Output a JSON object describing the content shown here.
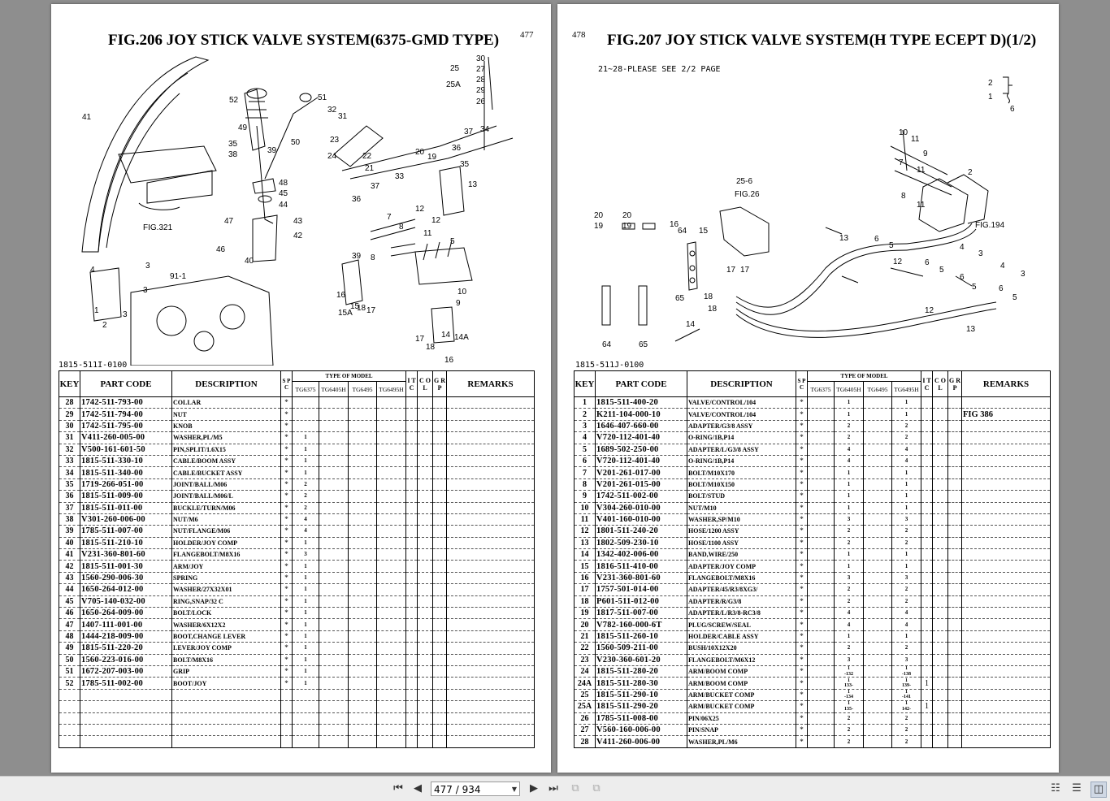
{
  "left_page": {
    "title": "FIG.206  JOY STICK VALVE SYSTEM(6375-GMD TYPE)",
    "page_number": "477",
    "diagram_code": "1815-511I-0100",
    "diagram_ref": "FIG.321",
    "diagram_ref2": "91-1",
    "headers": {
      "key": "KEY",
      "part_code": "PART CODE",
      "description": "DESCRIPTION",
      "spc": "S P C",
      "type_of_model": "TYPE OF MODEL",
      "m1": "TG6375",
      "m2": "TG6405H",
      "m3": "TG6495",
      "m4": "TG6495H",
      "itc": "I T C",
      "col": "C O L",
      "grp": "G R P",
      "remarks": "REMARKS"
    },
    "rows": [
      {
        "key": "28",
        "code": "1742-511-793-00",
        "desc": "COLLAR",
        "spc": "*",
        "q1": "",
        "q2": "",
        "q3": "",
        "q4": "",
        "itc": "",
        "rem": ""
      },
      {
        "key": "29",
        "code": "1742-511-794-00",
        "desc": "NUT",
        "spc": "*",
        "q1": "",
        "q2": "",
        "q3": "",
        "q4": "",
        "itc": "",
        "rem": ""
      },
      {
        "key": "30",
        "code": "1742-511-795-00",
        "desc": "KNOB",
        "spc": "*",
        "q1": "",
        "q2": "",
        "q3": "",
        "q4": "",
        "itc": "",
        "rem": ""
      },
      {
        "key": "31",
        "code": "V411-260-005-00",
        "desc": "WASHER,PL/M5",
        "spc": "*",
        "q1": "1",
        "q2": "",
        "q3": "",
        "q4": "",
        "itc": "",
        "rem": ""
      },
      {
        "key": "32",
        "code": "V500-161-601-50",
        "desc": "PIN,SPLIT/1.6X15",
        "spc": "*",
        "q1": "1",
        "q2": "",
        "q3": "",
        "q4": "",
        "itc": "",
        "rem": ""
      },
      {
        "key": "33",
        "code": "1815-511-330-10",
        "desc": "CABLE/BOOM     ASSY",
        "spc": "*",
        "q1": "1",
        "q2": "",
        "q3": "",
        "q4": "",
        "itc": "",
        "rem": ""
      },
      {
        "key": "34",
        "code": "1815-511-340-00",
        "desc": "CABLE/BUCKET    ASSY",
        "spc": "*",
        "q1": "1",
        "q2": "",
        "q3": "",
        "q4": "",
        "itc": "",
        "rem": ""
      },
      {
        "key": "35",
        "code": "1719-266-051-00",
        "desc": "JOINT/BALL/M06",
        "spc": "*",
        "q1": "2",
        "q2": "",
        "q3": "",
        "q4": "",
        "itc": "",
        "rem": ""
      },
      {
        "key": "36",
        "code": "1815-511-009-00",
        "desc": "JOINT/BALL/M06/L",
        "spc": "*",
        "q1": "2",
        "q2": "",
        "q3": "",
        "q4": "",
        "itc": "",
        "rem": ""
      },
      {
        "key": "37",
        "code": "1815-511-011-00",
        "desc": "BUCKLE/TURN/M06",
        "spc": "*",
        "q1": "2",
        "q2": "",
        "q3": "",
        "q4": "",
        "itc": "",
        "rem": ""
      },
      {
        "key": "38",
        "code": "V301-260-006-00",
        "desc": "NUT/M6",
        "spc": "*",
        "q1": "4",
        "q2": "",
        "q3": "",
        "q4": "",
        "itc": "",
        "rem": ""
      },
      {
        "key": "39",
        "code": "1785-511-007-00",
        "desc": "NUT/FLANGE/M06",
        "spc": "*",
        "q1": "4",
        "q2": "",
        "q3": "",
        "q4": "",
        "itc": "",
        "rem": ""
      },
      {
        "key": "40",
        "code": "1815-511-210-10",
        "desc": "HOLDER/JOY     COMP",
        "spc": "*",
        "q1": "1",
        "q2": "",
        "q3": "",
        "q4": "",
        "itc": "",
        "rem": ""
      },
      {
        "key": "41",
        "code": "V231-360-801-60",
        "desc": "FLANGEBOLT/M8X16",
        "spc": "*",
        "q1": "3",
        "q2": "",
        "q3": "",
        "q4": "",
        "itc": "",
        "rem": ""
      },
      {
        "key": "42",
        "code": "1815-511-001-30",
        "desc": "ARM/JOY",
        "spc": "*",
        "q1": "1",
        "q2": "",
        "q3": "",
        "q4": "",
        "itc": "",
        "rem": ""
      },
      {
        "key": "43",
        "code": "1560-290-006-30",
        "desc": "SPRING",
        "spc": "*",
        "q1": "1",
        "q2": "",
        "q3": "",
        "q4": "",
        "itc": "",
        "rem": ""
      },
      {
        "key": "44",
        "code": "1650-264-012-00",
        "desc": "WASHER/27X32X01",
        "spc": "*",
        "q1": "1",
        "q2": "",
        "q3": "",
        "q4": "",
        "itc": "",
        "rem": ""
      },
      {
        "key": "45",
        "code": "V705-140-032-00",
        "desc": "RING,SNAP/32 C",
        "spc": "*",
        "q1": "1",
        "q2": "",
        "q3": "",
        "q4": "",
        "itc": "",
        "rem": ""
      },
      {
        "key": "46",
        "code": "1650-264-009-00",
        "desc": "BOLT/LOCK",
        "spc": "*",
        "q1": "1",
        "q2": "",
        "q3": "",
        "q4": "",
        "itc": "",
        "rem": ""
      },
      {
        "key": "47",
        "code": "1407-111-001-00",
        "desc": "WASHER/6X12X2",
        "spc": "*",
        "q1": "1",
        "q2": "",
        "q3": "",
        "q4": "",
        "itc": "",
        "rem": ""
      },
      {
        "key": "48",
        "code": "1444-218-009-00",
        "desc": "BOOT,CHANGE LEVER",
        "spc": "*",
        "q1": "1",
        "q2": "",
        "q3": "",
        "q4": "",
        "itc": "",
        "rem": ""
      },
      {
        "key": "49",
        "code": "1815-511-220-20",
        "desc": "LEVER/JOY      COMP",
        "spc": "*",
        "q1": "1",
        "q2": "",
        "q3": "",
        "q4": "",
        "itc": "",
        "rem": ""
      },
      {
        "key": "50",
        "code": "1560-223-016-00",
        "desc": "BOLT/M8X16",
        "spc": "*",
        "q1": "1",
        "q2": "",
        "q3": "",
        "q4": "",
        "itc": "",
        "rem": ""
      },
      {
        "key": "51",
        "code": "1672-207-003-00",
        "desc": "GRIP",
        "spc": "*",
        "q1": "1",
        "q2": "",
        "q3": "",
        "q4": "",
        "itc": "",
        "rem": ""
      },
      {
        "key": "52",
        "code": "1785-511-002-00",
        "desc": "BOOT/JOY",
        "spc": "*",
        "q1": "1",
        "q2": "",
        "q3": "",
        "q4": "",
        "itc": "",
        "rem": ""
      },
      {
        "key": "",
        "code": "",
        "desc": "",
        "spc": "",
        "q1": "",
        "q2": "",
        "q3": "",
        "q4": "",
        "itc": "",
        "rem": ""
      },
      {
        "key": "",
        "code": "",
        "desc": "",
        "spc": "",
        "q1": "",
        "q2": "",
        "q3": "",
        "q4": "",
        "itc": "",
        "rem": ""
      },
      {
        "key": "",
        "code": "",
        "desc": "",
        "spc": "",
        "q1": "",
        "q2": "",
        "q3": "",
        "q4": "",
        "itc": "",
        "rem": ""
      },
      {
        "key": "",
        "code": "",
        "desc": "",
        "spc": "",
        "q1": "",
        "q2": "",
        "q3": "",
        "q4": "",
        "itc": "",
        "rem": ""
      },
      {
        "key": "",
        "code": "",
        "desc": "",
        "spc": "",
        "q1": "",
        "q2": "",
        "q3": "",
        "q4": "",
        "itc": "",
        "rem": ""
      }
    ]
  },
  "right_page": {
    "title": "FIG.207  JOY STICK VALVE SYSTEM(H TYPE ECEPT D)(1/2)",
    "page_number": "478",
    "note": "21~28-PLEASE SEE 2/2 PAGE",
    "diagram_code": "1815-511J-0100",
    "diagram_ref1": "25-6",
    "diagram_ref2": "FIG.26",
    "diagram_ref3": "FIG.194",
    "headers": {
      "key": "KEY",
      "part_code": "PART CODE",
      "description": "DESCRIPTION",
      "spc": "S P C",
      "type_of_model": "TYPE OF MODEL",
      "m1": "TG6375",
      "m2": "TG6405H",
      "m3": "TG6495",
      "m4": "TG6495H",
      "itc": "I T C",
      "col": "C O L",
      "grp": "G R P",
      "remarks": "REMARKS"
    },
    "rows": [
      {
        "key": "1",
        "code": "1815-511-400-20",
        "desc": "VALVE/CONTROL/104",
        "spc": "*",
        "q1": "",
        "q2": "1",
        "q3": "",
        "q4": "1",
        "itc": "",
        "rem": ""
      },
      {
        "key": "2",
        "code": "K211-104-000-10",
        "desc": "VALVE/CONTROL/104",
        "spc": "*",
        "q1": "",
        "q2": "1",
        "q3": "",
        "q4": "1",
        "itc": "",
        "rem": "FIG 386"
      },
      {
        "key": "3",
        "code": "1646-407-660-00",
        "desc": "ADAPTER/G3/8   ASSY",
        "spc": "*",
        "q1": "",
        "q2": "2",
        "q3": "",
        "q4": "2",
        "itc": "",
        "rem": ""
      },
      {
        "key": "4",
        "code": "V720-112-401-40",
        "desc": "O-RING/1B,P14",
        "spc": "*",
        "q1": "",
        "q2": "2",
        "q3": "",
        "q4": "2",
        "itc": "",
        "rem": ""
      },
      {
        "key": "5",
        "code": "1689-502-250-00",
        "desc": "ADAPTER/L/G3/8 ASSY",
        "spc": "*",
        "q1": "",
        "q2": "4",
        "q3": "",
        "q4": "4",
        "itc": "",
        "rem": ""
      },
      {
        "key": "6",
        "code": "V720-112-401-40",
        "desc": "O-RING/1B,P14",
        "spc": "*",
        "q1": "",
        "q2": "4",
        "q3": "",
        "q4": "4",
        "itc": "",
        "rem": ""
      },
      {
        "key": "7",
        "code": "V201-261-017-00",
        "desc": "BOLT/M10X170",
        "spc": "*",
        "q1": "",
        "q2": "1",
        "q3": "",
        "q4": "1",
        "itc": "",
        "rem": ""
      },
      {
        "key": "8",
        "code": "V201-261-015-00",
        "desc": "BOLT/M10X150",
        "spc": "*",
        "q1": "",
        "q2": "1",
        "q3": "",
        "q4": "1",
        "itc": "",
        "rem": ""
      },
      {
        "key": "9",
        "code": "1742-511-002-00",
        "desc": "BOLT/STUD",
        "spc": "*",
        "q1": "",
        "q2": "1",
        "q3": "",
        "q4": "1",
        "itc": "",
        "rem": ""
      },
      {
        "key": "10",
        "code": "V304-260-010-00",
        "desc": "NUT/M10",
        "spc": "*",
        "q1": "",
        "q2": "1",
        "q3": "",
        "q4": "1",
        "itc": "",
        "rem": ""
      },
      {
        "key": "11",
        "code": "V401-160-010-00",
        "desc": "WASHER,SP/M10",
        "spc": "*",
        "q1": "",
        "q2": "3",
        "q3": "",
        "q4": "3",
        "itc": "",
        "rem": ""
      },
      {
        "key": "12",
        "code": "1801-511-240-20",
        "desc": "HOSE/1200      ASSY",
        "spc": "*",
        "q1": "",
        "q2": "2",
        "q3": "",
        "q4": "2",
        "itc": "",
        "rem": ""
      },
      {
        "key": "13",
        "code": "1802-509-230-10",
        "desc": "HOSE/1100      ASSY",
        "spc": "*",
        "q1": "",
        "q2": "2",
        "q3": "",
        "q4": "2",
        "itc": "",
        "rem": ""
      },
      {
        "key": "14",
        "code": "1342-402-006-00",
        "desc": "BAND,WIRE/250",
        "spc": "*",
        "q1": "",
        "q2": "1",
        "q3": "",
        "q4": "1",
        "itc": "",
        "rem": ""
      },
      {
        "key": "15",
        "code": "1816-511-410-00",
        "desc": "ADAPTER/JOY    COMP",
        "spc": "*",
        "q1": "",
        "q2": "1",
        "q3": "",
        "q4": "1",
        "itc": "",
        "rem": ""
      },
      {
        "key": "16",
        "code": "V231-360-801-60",
        "desc": "FLANGEBOLT/M8X16",
        "spc": "*",
        "q1": "",
        "q2": "3",
        "q3": "",
        "q4": "3",
        "itc": "",
        "rem": ""
      },
      {
        "key": "17",
        "code": "1757-501-014-00",
        "desc": "ADAPTER/45/R3/8XG3/",
        "spc": "*",
        "q1": "",
        "q2": "2",
        "q3": "",
        "q4": "2",
        "itc": "",
        "rem": ""
      },
      {
        "key": "18",
        "code": "P601-511-012-00",
        "desc": "ADAPTER/R/G3/8",
        "spc": "*",
        "q1": "",
        "q2": "2",
        "q3": "",
        "q4": "2",
        "itc": "",
        "rem": ""
      },
      {
        "key": "19",
        "code": "1817-511-007-00",
        "desc": "ADAPTER/L/R3/8-RC3/8",
        "spc": "*",
        "q1": "",
        "q2": "4",
        "q3": "",
        "q4": "4",
        "itc": "",
        "rem": ""
      },
      {
        "key": "20",
        "code": "V782-160-000-6T",
        "desc": "PLUG/SCREW/SEAL",
        "spc": "*",
        "q1": "",
        "q2": "4",
        "q3": "",
        "q4": "4",
        "itc": "",
        "rem": ""
      },
      {
        "key": "21",
        "code": "1815-511-260-10",
        "desc": "HOLDER/CABLE   ASSY",
        "spc": "*",
        "q1": "",
        "q2": "1",
        "q3": "",
        "q4": "1",
        "itc": "",
        "rem": ""
      },
      {
        "key": "22",
        "code": "1560-509-211-00",
        "desc": "BUSH/10X12X20",
        "spc": "*",
        "q1": "",
        "q2": "2",
        "q3": "",
        "q4": "2",
        "itc": "",
        "rem": ""
      },
      {
        "key": "23",
        "code": "V230-360-601-20",
        "desc": "FLANGEBOLT/M6X12",
        "spc": "*",
        "q1": "",
        "q2": "3",
        "q3": "",
        "q4": "3",
        "itc": "",
        "rem": ""
      },
      {
        "key": "24",
        "code": "1815-511-280-20",
        "desc": "ARM/BOOM       COMP",
        "spc": "*",
        "q1": "",
        "q2": "1\n-132",
        "q3": "",
        "q4": "1\n-138",
        "itc": "",
        "rem": ""
      },
      {
        "key": "24A",
        "code": "1815-511-280-30",
        "desc": "ARM/BOOM       COMP",
        "spc": "*",
        "q1": "",
        "q2": "1\n133-",
        "q3": "",
        "q4": "1\n139-",
        "itc": "1",
        "rem": ""
      },
      {
        "key": "25",
        "code": "1815-511-290-10",
        "desc": "ARM/BUCKET     COMP",
        "spc": "*",
        "q1": "",
        "q2": "1\n-134",
        "q3": "",
        "q4": "1\n-141",
        "itc": "",
        "rem": ""
      },
      {
        "key": "25A",
        "code": "1815-511-290-20",
        "desc": "ARM/BUCKET     COMP",
        "spc": "*",
        "q1": "",
        "q2": "1\n135-",
        "q3": "",
        "q4": "1\n142-",
        "itc": "1",
        "rem": ""
      },
      {
        "key": "26",
        "code": "1785-511-008-00",
        "desc": "PIN/06X25",
        "spc": "*",
        "q1": "",
        "q2": "2",
        "q3": "",
        "q4": "2",
        "itc": "",
        "rem": ""
      },
      {
        "key": "27",
        "code": "V560-160-006-00",
        "desc": "PIN/SNAP",
        "spc": "*",
        "q1": "",
        "q2": "2",
        "q3": "",
        "q4": "2",
        "itc": "",
        "rem": ""
      },
      {
        "key": "28",
        "code": "V411-260-006-00",
        "desc": "WASHER,PL/M6",
        "spc": "*",
        "q1": "",
        "q2": "2",
        "q3": "",
        "q4": "2",
        "itc": "",
        "rem": ""
      }
    ]
  },
  "toolbar": {
    "page_display": "477 / 934"
  },
  "colors": {
    "viewer_bg": "#8e8e8e",
    "toolbar_bg": "#ededed",
    "page_bg": "#ffffff"
  }
}
